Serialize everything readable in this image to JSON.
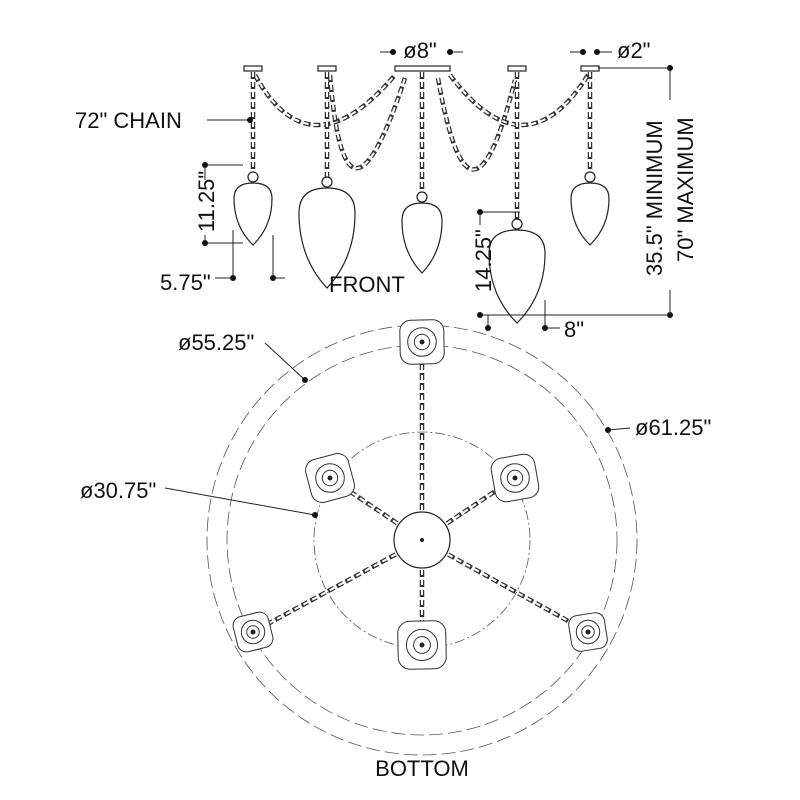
{
  "front": {
    "title": "FRONT",
    "canopy_diameter": "ø8\"",
    "small_canopy_diameter": "ø2\"",
    "chain_label": "72\" CHAIN",
    "small_pendant_height": "11.25\"",
    "small_pendant_width": "5.75\"",
    "large_pendant_height": "14.25\"",
    "large_pendant_width": "8\"",
    "overall_min": "35.5\" MINIMUM",
    "overall_max": "70\" MAXIMUM"
  },
  "bottom": {
    "title": "BOTTOM",
    "outer_diameter": "ø61.25\"",
    "middle_diameter": "ø55.25\"",
    "inner_diameter": "ø30.75\""
  }
}
